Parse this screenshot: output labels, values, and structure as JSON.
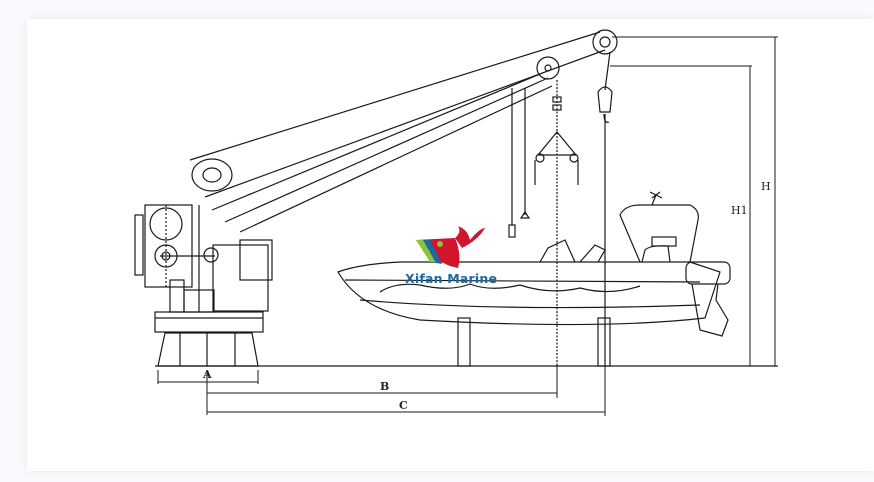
{
  "diagram": {
    "subject": "Davit crane with rescue boat",
    "dimension_labels": {
      "A": "A",
      "B": "B",
      "C": "C",
      "H": "H",
      "H1": "H1"
    },
    "watermark": {
      "text": "Xifan Marine",
      "logo": "whale-logo-icon",
      "colors": {
        "whale": "#d2142c",
        "text": "#1e6aa0",
        "stripe_green": "#8cc43c",
        "stripe_blue": "#1e6aa0"
      }
    }
  }
}
